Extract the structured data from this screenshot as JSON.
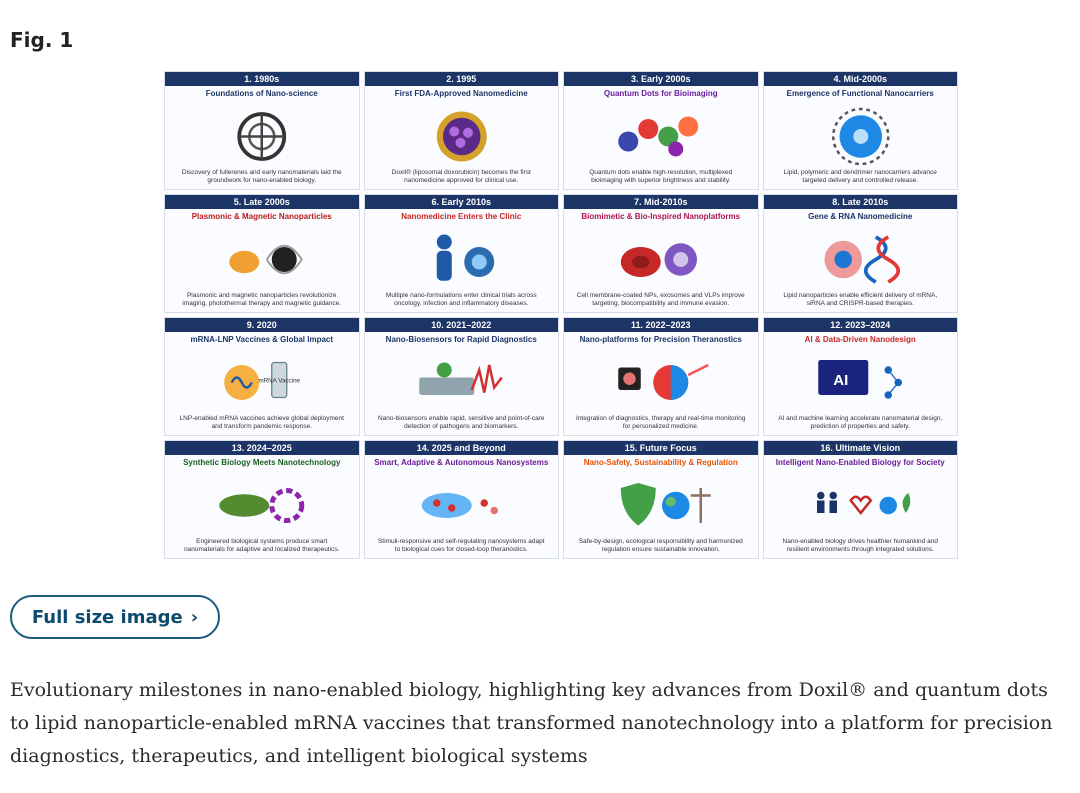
{
  "figure_label": "Fig. 1",
  "full_size_button": {
    "label": "Full size image",
    "chevron": "›"
  },
  "caption": "Evolutionary milestones in nano-enabled biology, highlighting key advances from Doxil® and quantum dots to lipid nanoparticle-enabled mRNA vaccines that transformed nanotechnology into a platform for precision diagnostics, therapeutics, and intelligent biological systems",
  "colors": {
    "header": "#1d3466",
    "accent": "#1b5a7a"
  },
  "panels": [
    {
      "header": "1. 1980s",
      "title": "Foundations of Nano-science",
      "title_color": "#1d3466",
      "icon": "fullerene-icon",
      "desc": "Discovery of fullerenes and early nanomaterials laid the groundwork for nano-enabled biology."
    },
    {
      "header": "2. 1995",
      "title": "First FDA-Approved Nanomedicine",
      "title_color": "#1d3466",
      "icon": "liposome-icon",
      "desc": "Doxil® (liposomal doxorubicin) becomes the first nanomedicine approved for clinical use."
    },
    {
      "header": "3. Early 2000s",
      "title": "Quantum Dots for Bioimaging",
      "title_color": "#6a1b9a",
      "icon": "quantum-dots-icon",
      "desc": "Quantum dots enable high-resolution, multiplexed bioimaging with superior brightness and stability."
    },
    {
      "header": "4. Mid-2000s",
      "title": "Emergence of Functional Nanocarriers",
      "title_color": "#1d3466",
      "icon": "nanocarrier-icon",
      "desc": "Lipid, polymeric and dendrimer nanocarriers advance targeted delivery and controlled release."
    },
    {
      "header": "5. Late 2000s",
      "title": "Plasmonic & Magnetic Nanoparticles",
      "title_color": "#b71c1c",
      "icon": "magnetic-nanoparticle-icon",
      "desc": "Plasmonic and magnetic nanoparticles revolutionize imaging, photothermal therapy and magnetic guidance."
    },
    {
      "header": "6. Early 2010s",
      "title": "Nanomedicine Enters the Clinic",
      "title_color": "#c62828",
      "icon": "clinic-icon",
      "desc": "Multiple nano-formulations enter clinical trials across oncology, infection and inflammatory diseases."
    },
    {
      "header": "7. Mid-2010s",
      "title": "Biomimetic & Bio-Inspired Nanoplatforms",
      "title_color": "#ad1457",
      "icon": "cell-membrane-icon",
      "desc": "Cell membrane-coated NPs, exosomes and VLPs improve targeting, biocompatibility and immune evasion."
    },
    {
      "header": "8. Late 2010s",
      "title": "Gene & RNA Nanomedicine",
      "title_color": "#1d3466",
      "icon": "dna-icon",
      "desc": "Lipid nanoparticles enable efficient delivery of mRNA, siRNA and CRISPR-based therapies."
    },
    {
      "header": "9. 2020",
      "title": "mRNA-LNP Vaccines & Global Impact",
      "title_color": "#1d3466",
      "icon": "vaccine-icon",
      "desc": "LNP-enabled mRNA vaccines achieve global deployment and transform pandemic response."
    },
    {
      "header": "10. 2021–2022",
      "title": "Nano-Biosensors for Rapid Diagnostics",
      "title_color": "#1d3466",
      "icon": "biosensor-icon",
      "desc": "Nano-biosensors enable rapid, sensitive and point-of-care detection of pathogens and biomarkers."
    },
    {
      "header": "11. 2022–2023",
      "title": "Nano-platforms for Precision Theranostics",
      "title_color": "#1d3466",
      "icon": "theranostics-icon",
      "desc": "Integration of diagnostics, therapy and real-time monitoring for personalized medicine."
    },
    {
      "header": "12. 2023–2024",
      "title": "AI & Data-Driven Nanodesign",
      "title_color": "#c62828",
      "icon": "ai-icon",
      "desc": "AI and machine learning accelerate nanomaterial design, prediction of properties and safety."
    },
    {
      "header": "13. 2024–2025",
      "title": "Synthetic Biology Meets Nanotechnology",
      "title_color": "#1b5e20",
      "icon": "bacteria-icon",
      "desc": "Engineered biological systems produce smart nanomaterials for adaptive and localized therapeutics."
    },
    {
      "header": "14. 2025 and Beyond",
      "title": "Smart, Adaptive & Autonomous Nanosystems",
      "title_color": "#6a1b9a",
      "icon": "nanosystem-icon",
      "desc": "Stimuli-responsive and self-regulating nanosystems adapt to biological cues for closed-loop theranostics."
    },
    {
      "header": "15. Future Focus",
      "title": "Nano-Safety, Sustainability & Regulation",
      "title_color": "#e65100",
      "icon": "shield-globe-scale-icon",
      "desc": "Safe-by-design, ecological responsibility and harmonized regulation ensure sustainable innovation."
    },
    {
      "header": "16. Ultimate Vision",
      "title": "Intelligent Nano-Enabled Biology for Society",
      "title_color": "#6a1b9a",
      "icon": "society-icon",
      "desc": "Nano-enabled biology drives healthier humankind and resilient environments through integrated solutions."
    }
  ],
  "art": {
    "ai_text": "AI",
    "vial_text": "mRNA Vaccine"
  }
}
